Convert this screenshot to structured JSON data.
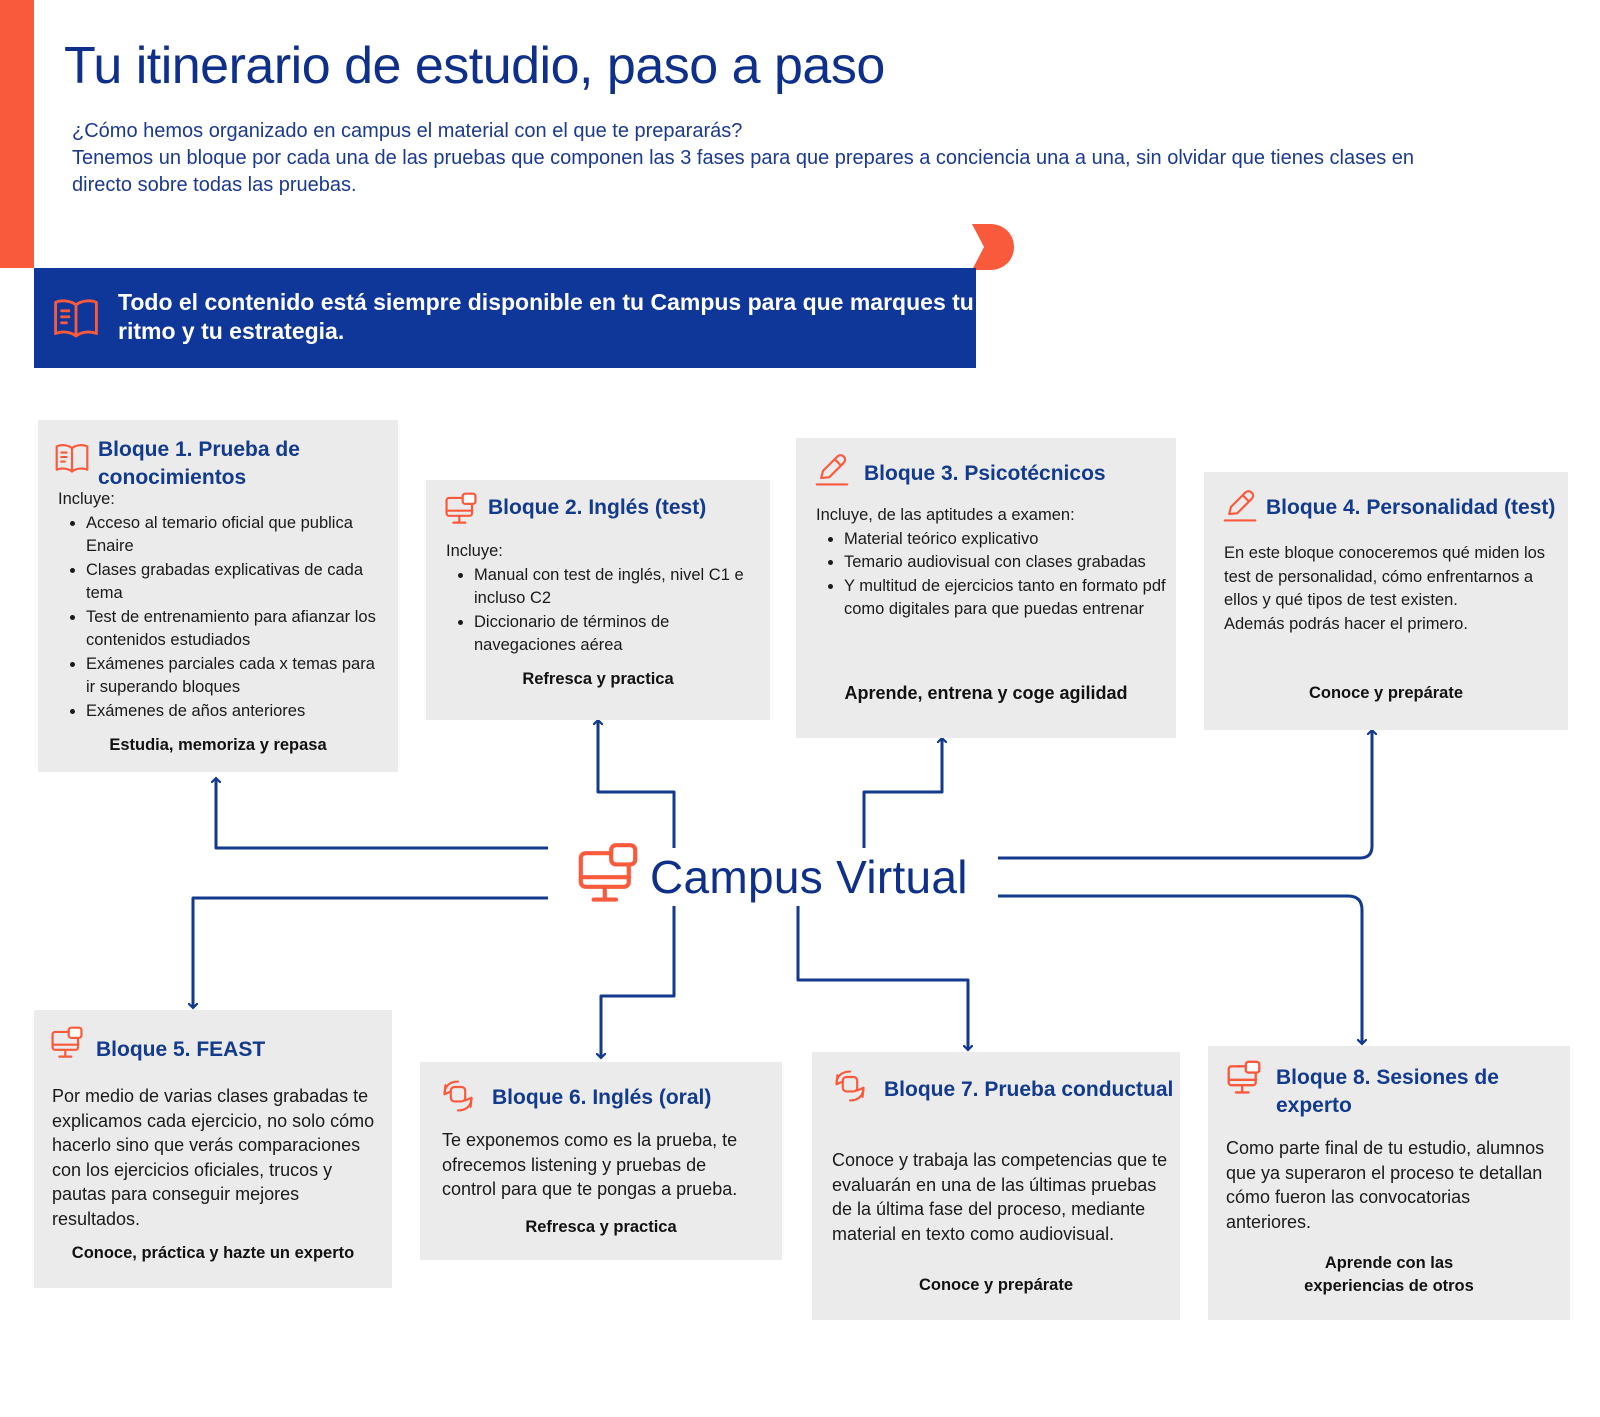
{
  "header": {
    "title": "Tu itinerario de estudio, paso a paso",
    "intro_line1": "¿Cómo hemos organizado en campus el material con el que te prepararás?",
    "intro_line2": "Tenemos un bloque por cada una de las pruebas que componen las 3 fases para que prepares a conciencia una a una, sin olvidar que tienes clases en directo sobre todas las pruebas."
  },
  "banner": {
    "text": "Todo el contenido está siempre disponible en tu Campus para que marques tu ritmo y tu estrategia."
  },
  "center": {
    "title": "Campus Virtual"
  },
  "colors": {
    "accent": "#fa5a3c",
    "navy": "#0f3699",
    "title": "#0e2f8a",
    "card_bg": "#ebebeb",
    "connector": "#123a8d"
  },
  "blocks": [
    {
      "icon": "book-icon",
      "title": "Bloque 1. Prueba de conocimientos",
      "intro": "Incluye:",
      "items": [
        "Acceso al temario oficial que publica Enaire",
        "Clases grabadas explicativas de cada tema",
        "Test de entrenamiento para afianzar los contenidos estudiados",
        "Exámenes parciales cada x temas para ir superando bloques",
        "Exámenes de años anteriores"
      ],
      "tag": "Estudia, memoriza y repasa"
    },
    {
      "icon": "computer-icon",
      "title": "Bloque 2. Inglés (test)",
      "intro": "Incluye:",
      "items": [
        "Manual con test de inglés, nivel C1 e incluso C2",
        "Diccionario de términos de navegaciones aérea"
      ],
      "tag": "Refresca y practica"
    },
    {
      "icon": "pencil-icon",
      "title": "Bloque 3. Psicotécnicos",
      "intro": "Incluye, de las aptitudes a examen:",
      "items": [
        "Material teórico explicativo",
        "Temario audiovisual con clases grabadas",
        "Y multitud de ejercicios tanto en formato pdf como digitales para que puedas entrenar"
      ],
      "tag": "Aprende, entrena y coge agilidad"
    },
    {
      "icon": "pencil-icon",
      "title": "Bloque 4. Personalidad (test)",
      "text": "En este bloque conoceremos qué miden los test de personalidad, cómo enfrentarnos a ellos y qué tipos de test existen.",
      "text2": "Además podrás hacer el primero.",
      "tag": "Conoce y prepárate"
    },
    {
      "icon": "computer-icon",
      "title": "Bloque 5. FEAST",
      "text": "Por medio de varias clases grabadas te explicamos cada ejercicio, no solo cómo hacerlo sino que verás comparaciones con los ejercicios oficiales, trucos y pautas para conseguir mejores resultados.",
      "tag": "Conoce, práctica y hazte un experto"
    },
    {
      "icon": "refresh-icon",
      "title": "Bloque 6. Inglés (oral)",
      "text": "Te exponemos como es la prueba, te ofrecemos listening y pruebas de control para que te pongas a prueba.",
      "tag": "Refresca y practica"
    },
    {
      "icon": "refresh-icon",
      "title": "Bloque 7. Prueba conductual",
      "text": "Conoce y trabaja las competencias que te evaluarán en una de las últimas pruebas de la última fase del proceso, mediante material en texto como audiovisual.",
      "tag": "Conoce y prepárate"
    },
    {
      "icon": "computer-icon",
      "title": "Bloque 8. Sesiones de experto",
      "text": "Como parte final de tu estudio, alumnos que ya superaron el proceso te detallan cómo fueron las convocatorias anteriores.",
      "tag": "Aprende con las experiencias de otros"
    }
  ]
}
